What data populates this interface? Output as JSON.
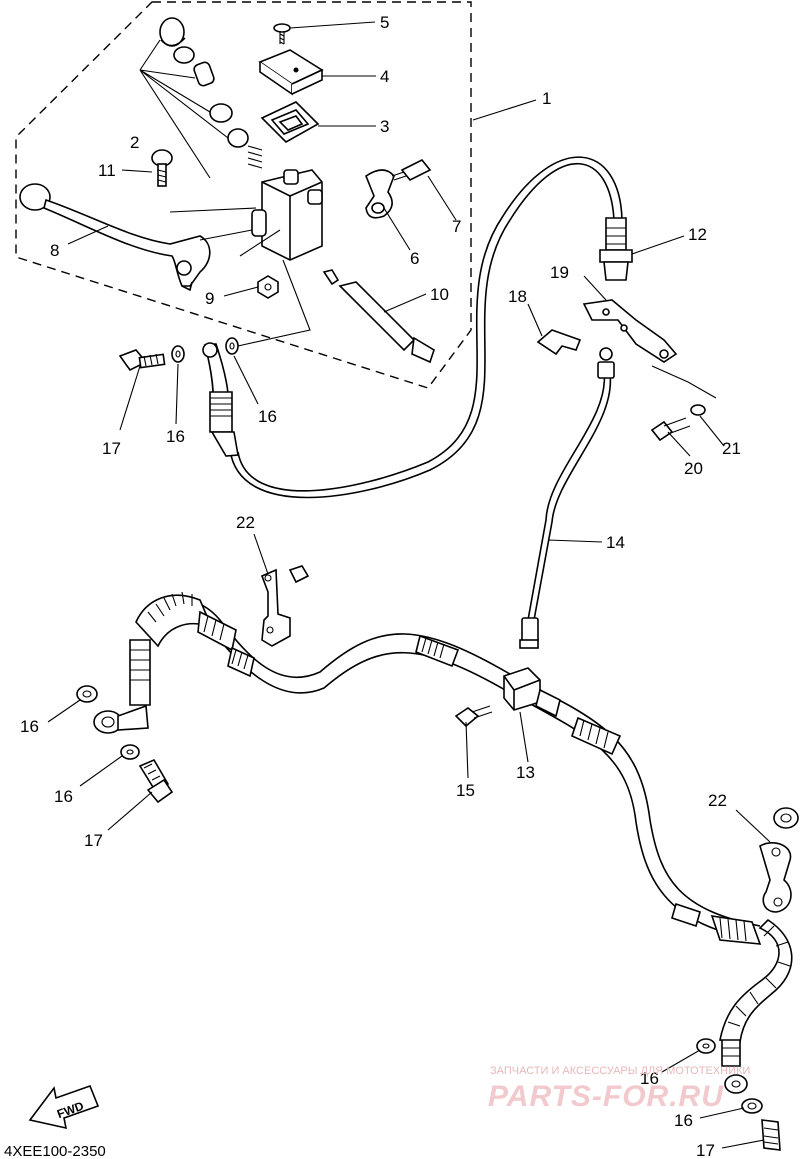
{
  "diagram": {
    "callouts": [
      {
        "id": "c1",
        "text": "1"
      },
      {
        "id": "c2",
        "text": "2"
      },
      {
        "id": "c3",
        "text": "3"
      },
      {
        "id": "c4",
        "text": "4"
      },
      {
        "id": "c5",
        "text": "5"
      },
      {
        "id": "c6",
        "text": "6"
      },
      {
        "id": "c7",
        "text": "7"
      },
      {
        "id": "c8",
        "text": "8"
      },
      {
        "id": "c9",
        "text": "9"
      },
      {
        "id": "c10",
        "text": "10"
      },
      {
        "id": "c11",
        "text": "11"
      },
      {
        "id": "c12",
        "text": "12"
      },
      {
        "id": "c13",
        "text": "13"
      },
      {
        "id": "c14",
        "text": "14"
      },
      {
        "id": "c15",
        "text": "15"
      },
      {
        "id": "c16a",
        "text": "16"
      },
      {
        "id": "c16b",
        "text": "16"
      },
      {
        "id": "c16c",
        "text": "16"
      },
      {
        "id": "c16d",
        "text": "16"
      },
      {
        "id": "c16e",
        "text": "16"
      },
      {
        "id": "c16f",
        "text": "16"
      },
      {
        "id": "c17a",
        "text": "17"
      },
      {
        "id": "c17b",
        "text": "17"
      },
      {
        "id": "c17c",
        "text": "17"
      },
      {
        "id": "c18",
        "text": "18"
      },
      {
        "id": "c19",
        "text": "19"
      },
      {
        "id": "c20",
        "text": "20"
      },
      {
        "id": "c21",
        "text": "21"
      },
      {
        "id": "c22a",
        "text": "22"
      },
      {
        "id": "c22b",
        "text": "22"
      }
    ],
    "fwd_label": "FWD",
    "figure_code": "4XEE100-2350"
  },
  "watermark": {
    "tagline": "ЗАПЧАСТИ И АКСЕССУАРЫ ДЛЯ МОТОТЕХНИКИ",
    "brand": "PARTS-FOR.RU",
    "color": "#f2c9cc"
  }
}
